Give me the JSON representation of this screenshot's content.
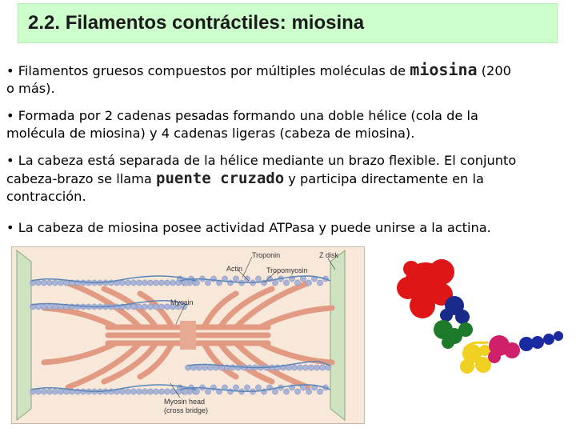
{
  "slide": {
    "title": "2.2. Filamentos contráctiles: miosina",
    "bullets": [
      {
        "line1_pre": "•  Filamentos gruesos compuestos por múltiples moléculas de ",
        "line1_em": "miosina",
        "line1_post": " (200",
        "line2": "o más)."
      },
      {
        "line1": "• Formada por 2 cadenas pesadas formando una doble hélice (cola de la",
        "line2": "molécula de miosina) y 4 cadenas ligeras (cabeza de miosina)."
      },
      {
        "line1": "•  La cabeza está separada de la hélice mediante un brazo flexible. El conjunto",
        "line2_pre": "cabeza-brazo se llama ",
        "line2_em": "puente cruzado",
        "line2_post": " y participa directamente en la",
        "line3": "contracción."
      },
      {
        "line1": "•  La cabeza de miosina posee actividad ATPasa y puede unirse a la actina."
      }
    ]
  },
  "diagram": {
    "labels": {
      "troponin": "Troponin",
      "actin": "Actin",
      "tropomyosin": "Tropomyosin",
      "zdisk": "Z disk",
      "myosin": "Myosin",
      "myosin_head_1": "Myosin head",
      "myosin_head_2": "(cross bridge)"
    }
  },
  "colors": {
    "title_bg": "#ccffcc",
    "diagram_bg": "#f7e8da",
    "zdisk": "#cfe3c2",
    "actin_bead": "#a9b4d9",
    "myosin": "#e39a83",
    "tropomyosin": "#5a86b8"
  }
}
